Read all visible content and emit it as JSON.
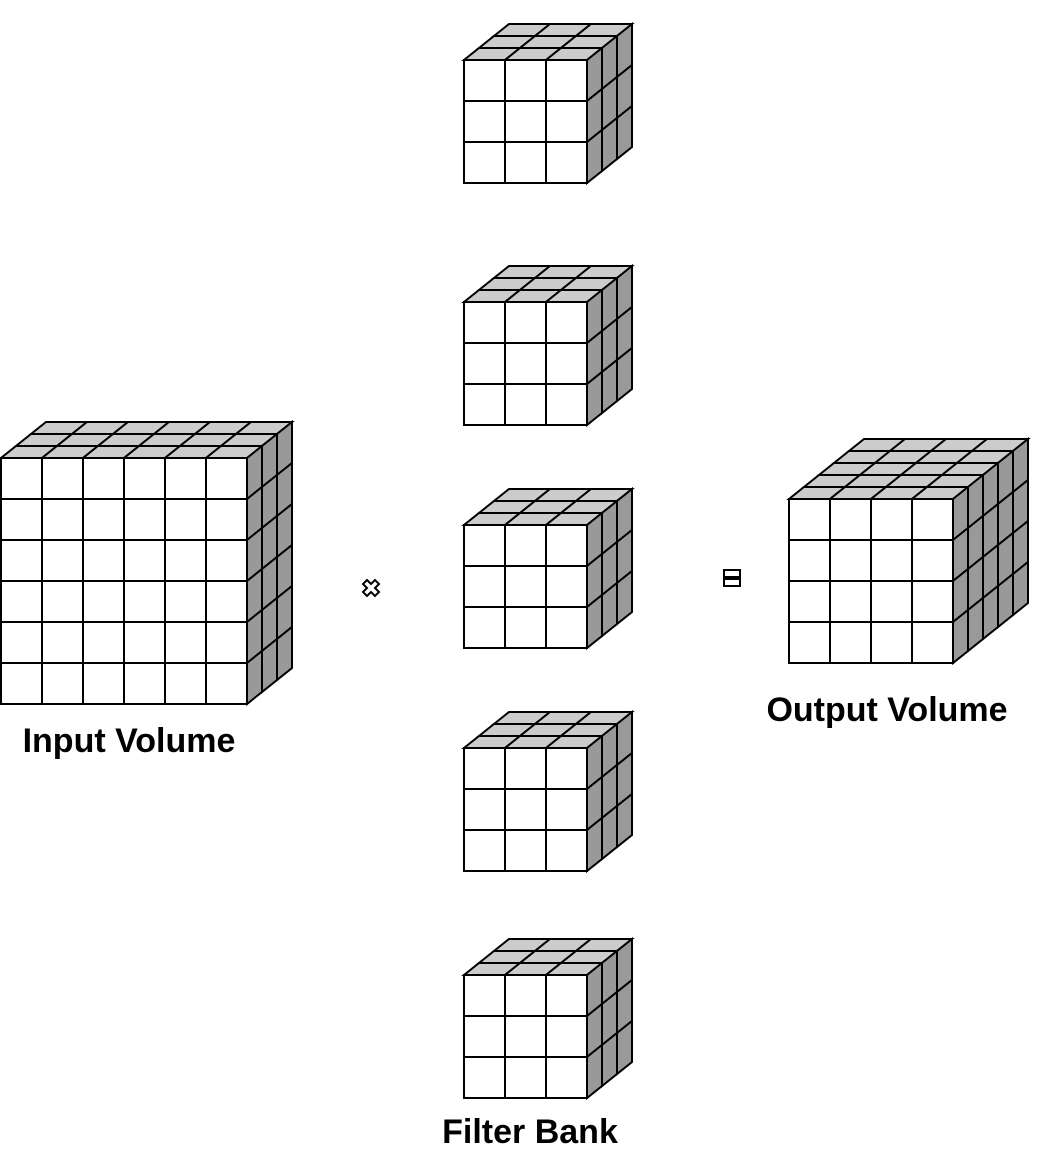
{
  "labels": {
    "input": "Input Volume",
    "filters": "Filter Bank",
    "output": "Output Volume"
  },
  "operators": {
    "multiply": "multiply-icon",
    "equals": "equals-icon"
  },
  "volumes": {
    "input": {
      "rows": 6,
      "cols": 6,
      "depth": 3
    },
    "filter": {
      "rows": 3,
      "cols": 3,
      "depth": 3,
      "count": 5
    },
    "output": {
      "rows": 4,
      "cols": 4,
      "depth": 5
    }
  },
  "colors": {
    "front": "#ffffff",
    "top": "#cccccc",
    "side": "#999999",
    "stroke": "#000000"
  }
}
